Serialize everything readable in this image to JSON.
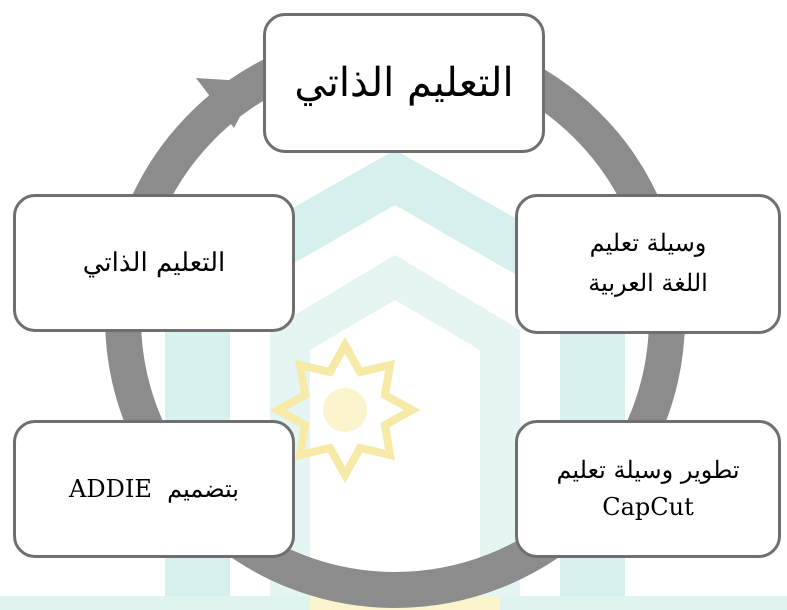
{
  "colors": {
    "ring": "#8c8c8c",
    "node_border": "#6f6f6f",
    "watermark_teal": "#d6f0ee",
    "watermark_yellow": "#fbf4cc"
  },
  "diagram": {
    "type": "cycle",
    "nodes": [
      {
        "id": "top",
        "lines": [
          "التعليم الذاتي"
        ]
      },
      {
        "id": "right-top",
        "lines": [
          "وسيلة تعليم",
          "اللغة العربية"
        ]
      },
      {
        "id": "right-bottom",
        "lines": [
          "تطوير وسيلة تعليم",
          "CapCut"
        ]
      },
      {
        "id": "left-bottom",
        "lines": [
          "بتضميم  ADDIE"
        ]
      },
      {
        "id": "left-top",
        "lines": [
          "التعليم الذاتي"
        ]
      }
    ]
  }
}
